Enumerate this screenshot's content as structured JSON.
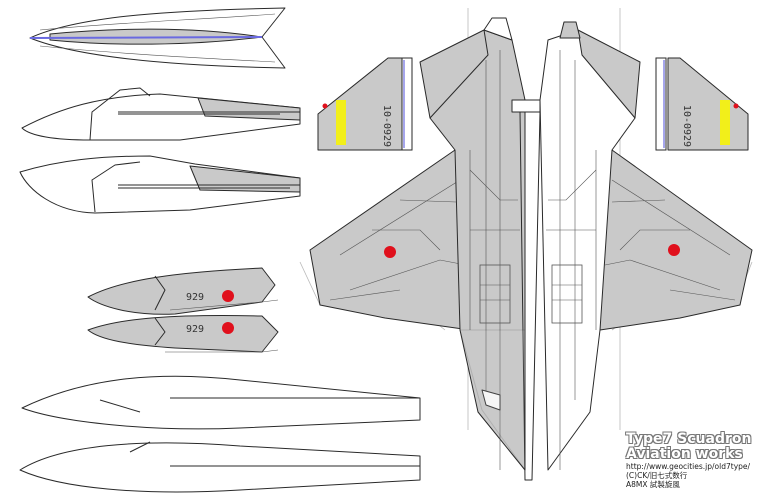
{
  "labels": {
    "lower_pod_number": "929",
    "upper_pod_number": "929",
    "left_tail_code": "10-0929",
    "right_tail_code": "10-0929"
  },
  "credits": {
    "line1": "Type7 Scuadron",
    "line2": "Aviation works",
    "url": "http://www.geocities.jp/old7type/",
    "copyright": "(C)CK/旧七式数行",
    "model": "A8MX 試製旋風"
  },
  "colors": {
    "panel_grey": "#c9c9c9",
    "roundel_red": "#e0101c",
    "stripe_yellow": "#f2ef1a",
    "edge_blue": "#6a6ae0"
  }
}
